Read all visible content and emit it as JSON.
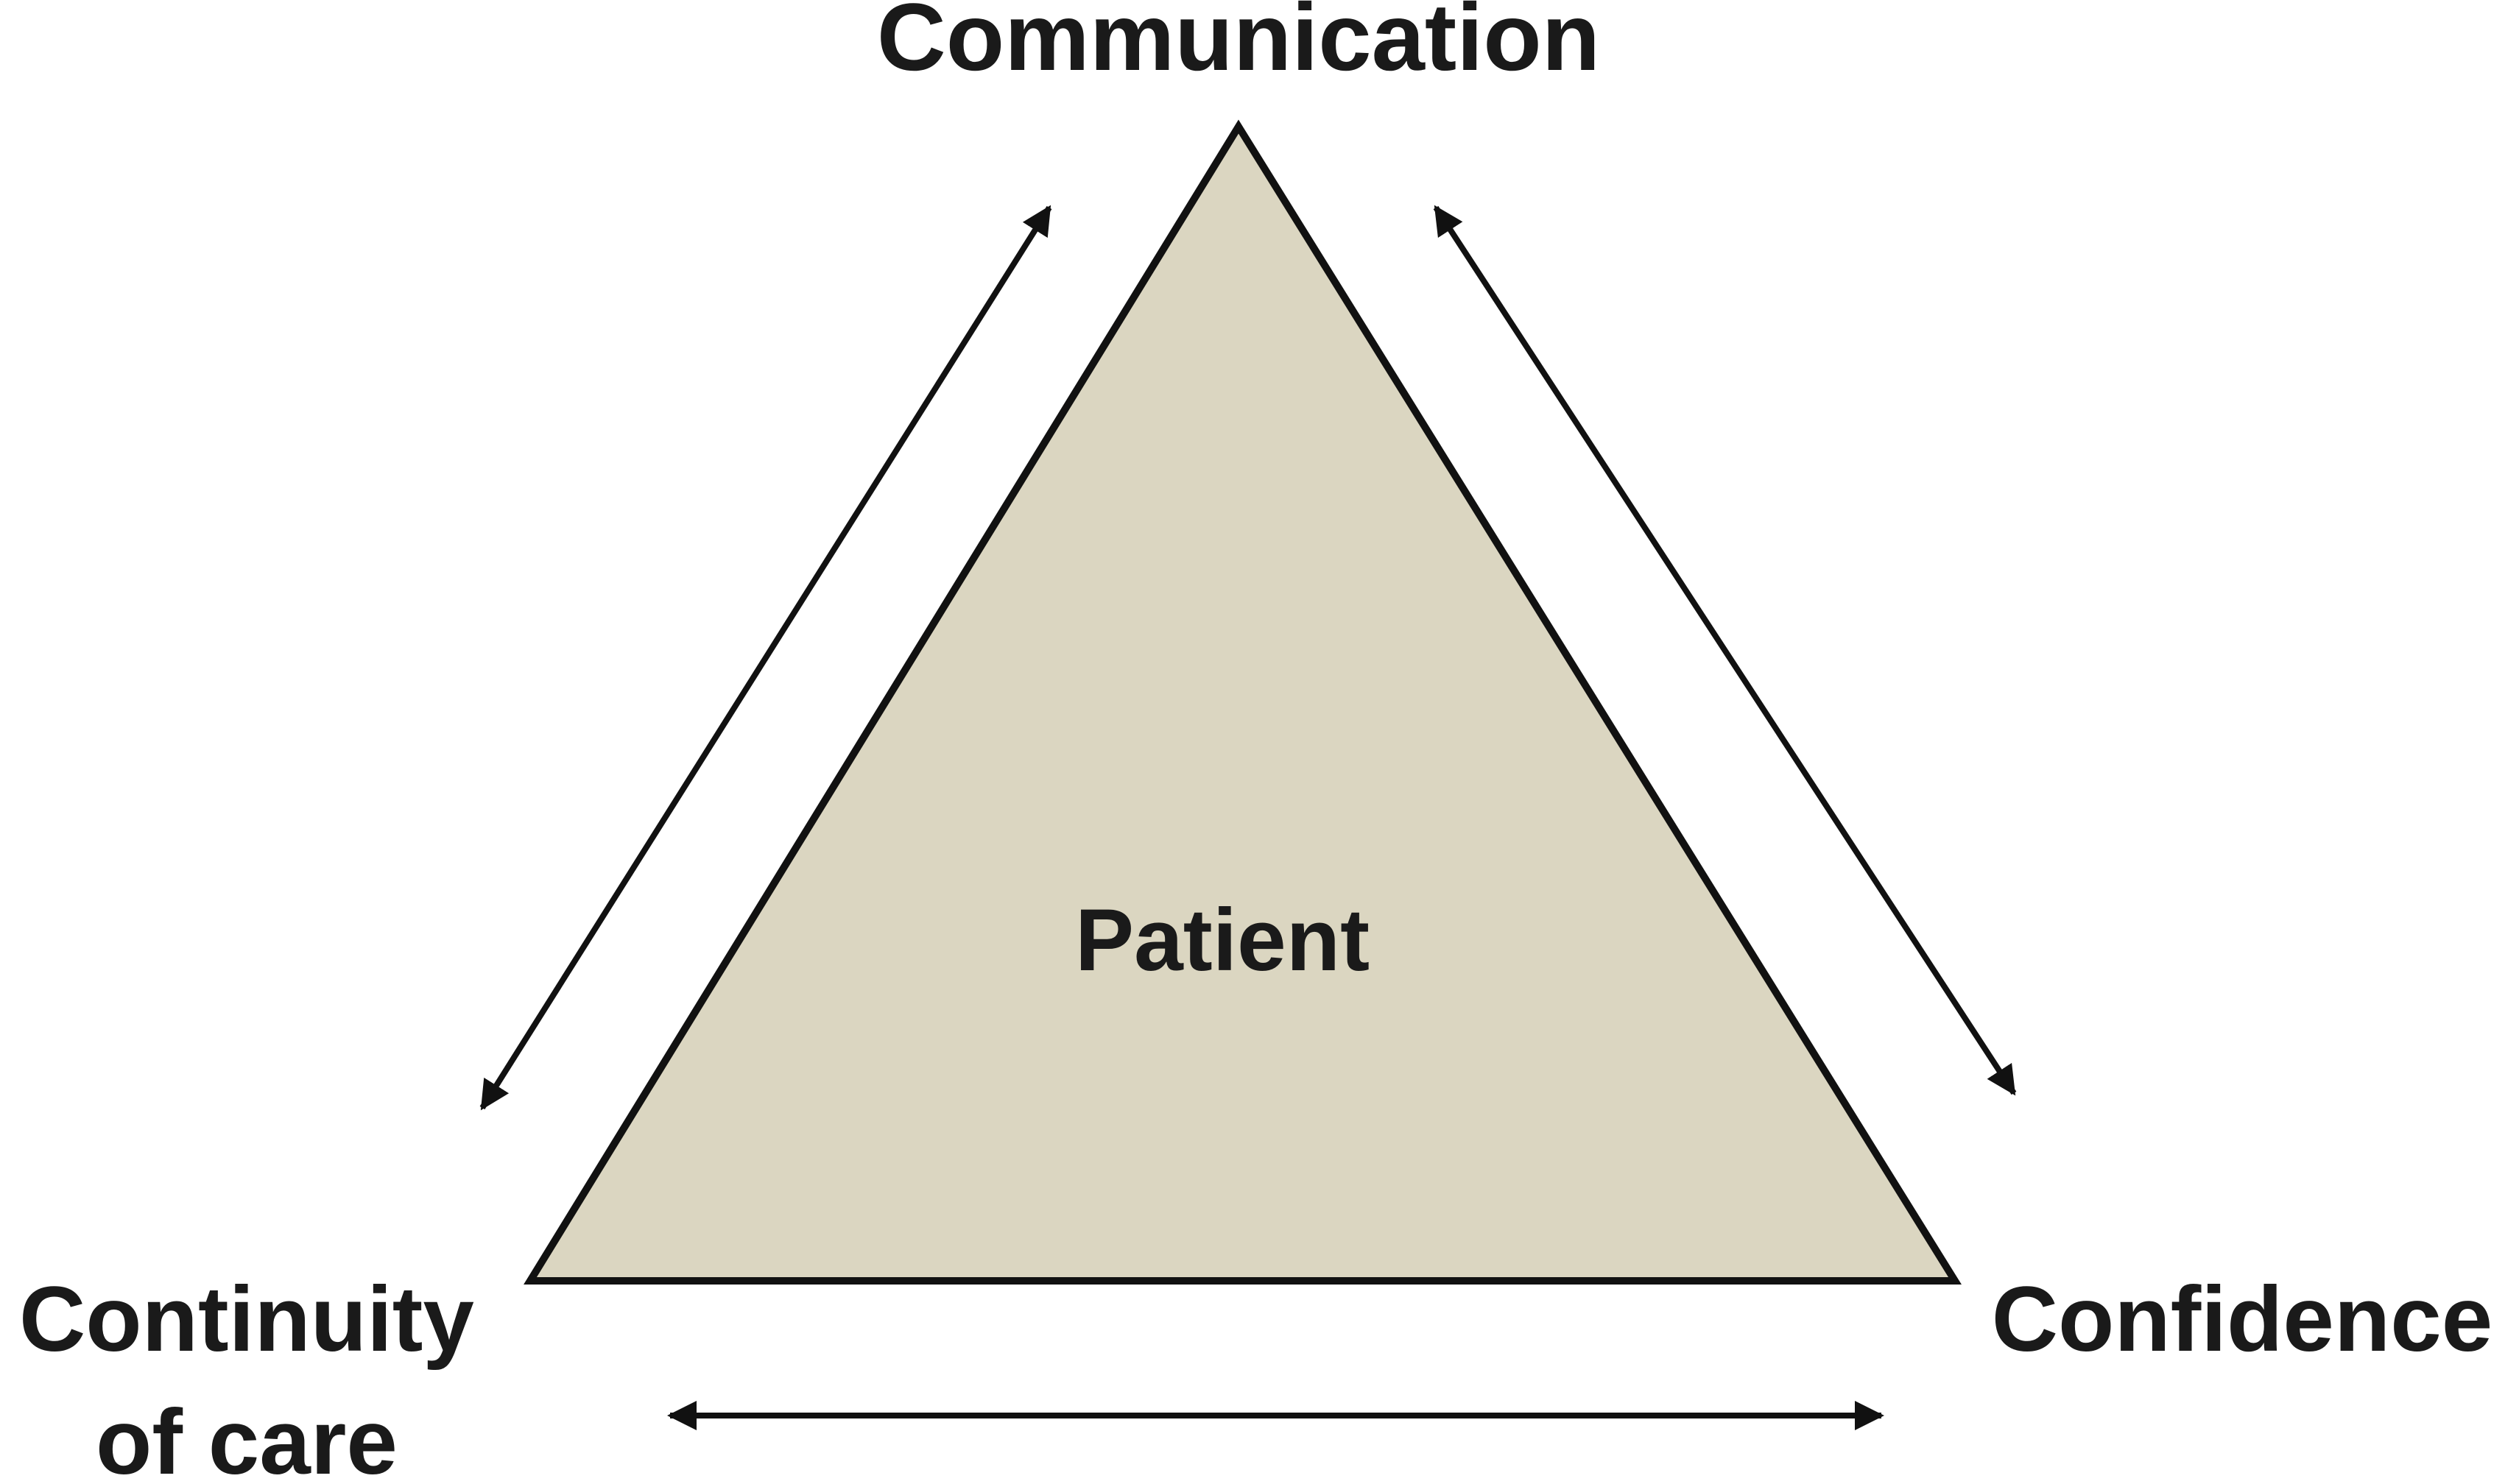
{
  "diagram": {
    "center_label": "Patient",
    "top_label": "Communication",
    "left_label_line1": "Continuity",
    "left_label_line2": "of care",
    "right_label": "Confidence",
    "colors": {
      "triangle_fill": "#dbd6c1",
      "stroke": "#111111",
      "text": "#1a1a1a"
    }
  }
}
